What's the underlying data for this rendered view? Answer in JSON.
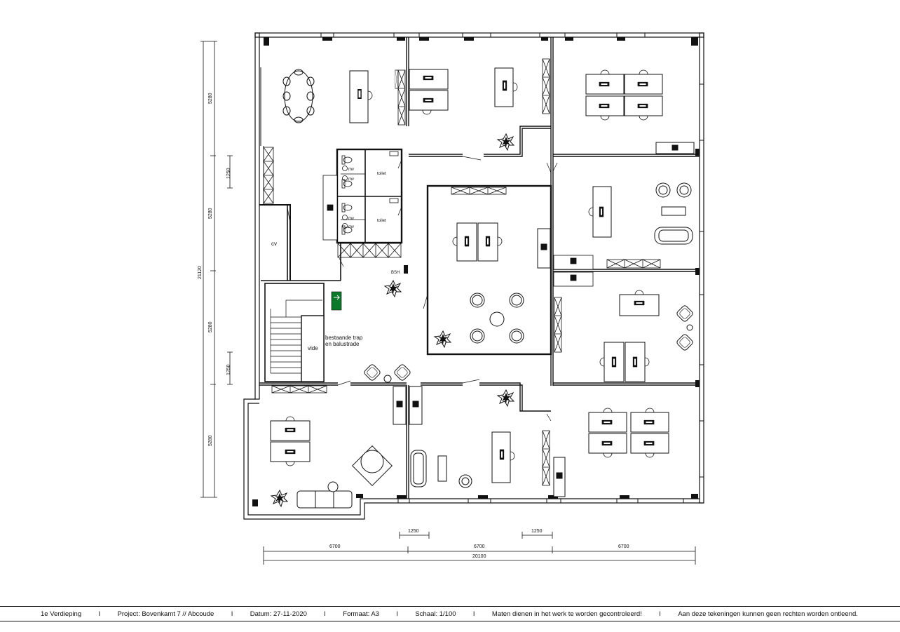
{
  "plan": {
    "room_labels": {
      "cv": "cv",
      "toilet_1": "toilet",
      "toilet_2": "toilet",
      "vide": "vide",
      "stair_line_1": "bestaande trap",
      "stair_line_2": "en balustrade",
      "bsh": "BSH",
      "mv_1": "mv",
      "mv_2": "mv",
      "mv_3": "mv",
      "mv_4": "mv"
    },
    "dimensions": {
      "left_1": "5280",
      "left_2": "1250",
      "left_3": "5280",
      "left_4": "5280",
      "left_5": "1250",
      "left_6": "5280",
      "left_total": "21120",
      "bottom_small_1": "1250",
      "bottom_small_2": "1250",
      "bottom_1": "6700",
      "bottom_2": "6700",
      "bottom_3": "6700",
      "bottom_total": "20100"
    }
  },
  "footer": {
    "floor": "1e Verdieping",
    "project": "Project: Bovenkamt 7  // Abcoude",
    "date": "Datum: 27-11-2020",
    "format": "Formaat: A3",
    "scale": "Schaal: 1/100",
    "note_measure": "Maten dienen in het werk te worden gecontroleerd!",
    "note_rights": "Aan deze tekeningen kunnen geen rechten worden ontleend.",
    "separator": "I"
  }
}
